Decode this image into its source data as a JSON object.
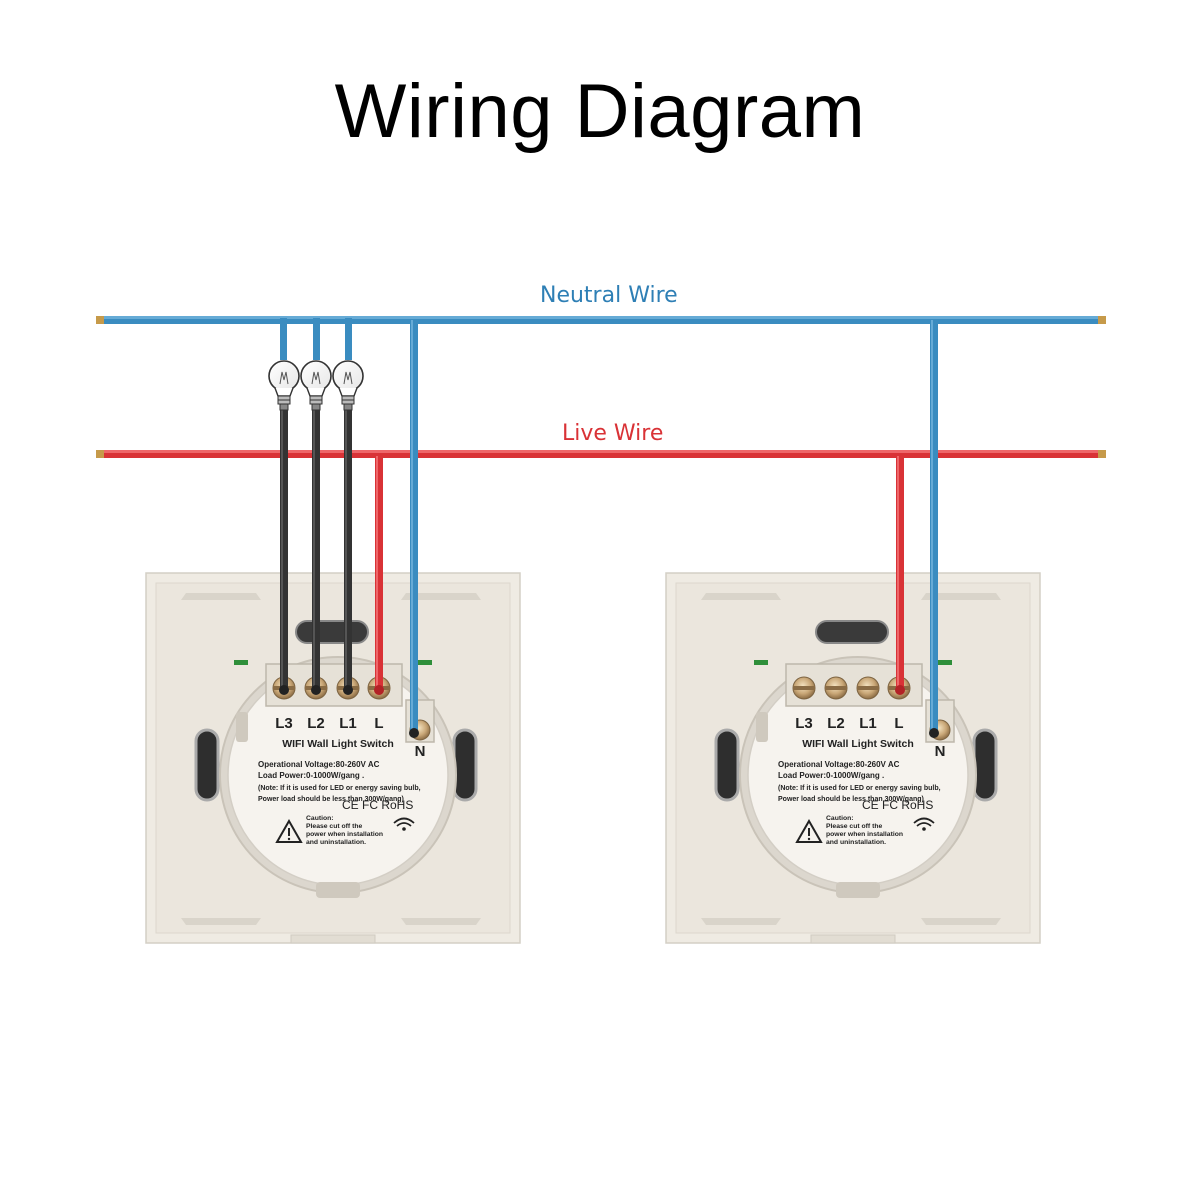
{
  "title": "Wiring Diagram",
  "wires": {
    "neutral": {
      "label": "Neutral Wire",
      "color": "#3a8cc0"
    },
    "live": {
      "label": "Live Wire",
      "color": "#d93236"
    },
    "load": {
      "color": "#333333"
    }
  },
  "switches": [
    {
      "terminals": [
        "L3",
        "L2",
        "L1",
        "L"
      ],
      "neutral_terminal": "N",
      "name": "WIFI Wall Light Switch",
      "spec_voltage": "Operational Voltage:80-260V AC",
      "spec_load": "Load Power:0-1000W/gang .",
      "note_line1": "(Note: If it is used for LED or energy saving bulb,",
      "note_line2": "Power load should be less than 300W/gang)",
      "marks": "CE FC RoHS",
      "caution_title": "Caution:",
      "caution_line1": "Please cut off the",
      "caution_line2": "power when installation",
      "caution_line3": "and uninstallation."
    },
    {
      "terminals": [
        "L3",
        "L2",
        "L1",
        "L"
      ],
      "neutral_terminal": "N",
      "name": "WIFI Wall Light Switch",
      "spec_voltage": "Operational Voltage:80-260V AC",
      "spec_load": "Load Power:0-1000W/gang .",
      "note_line1": "(Note: If it is used for LED or energy saving bulb,",
      "note_line2": "Power load should be less than 300W/gang)",
      "marks": "CE FC RoHS",
      "caution_title": "Caution:",
      "caution_line1": "Please cut off the",
      "caution_line2": "power when installation",
      "caution_line3": "and uninstallation."
    }
  ]
}
